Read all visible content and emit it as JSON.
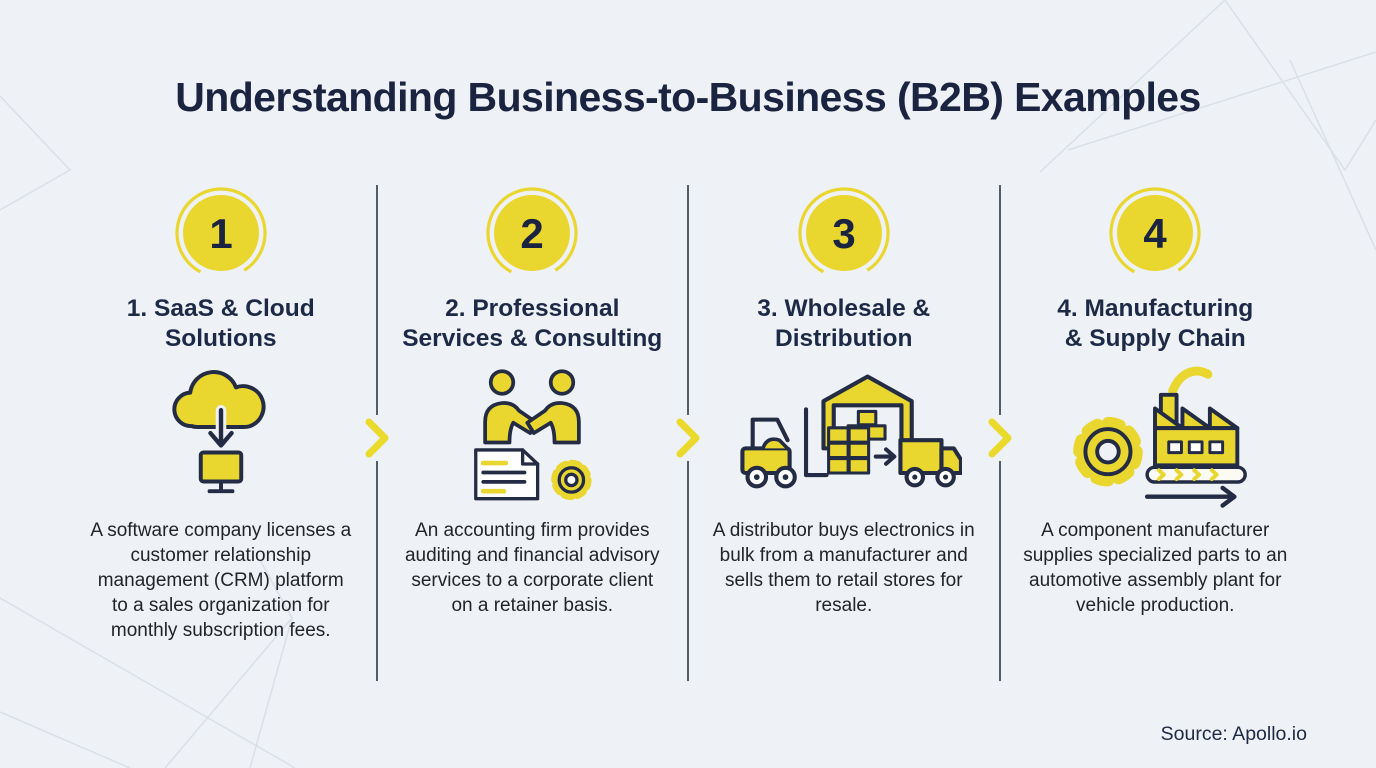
{
  "header": {
    "title": "Understanding Business-to-Business (B2B) Examples"
  },
  "footer": {
    "source": "Source: Apollo.io"
  },
  "colors": {
    "accent_yellow": "#e9d62f",
    "navy_heading": "#1d2a47",
    "title_navy": "#1a2340",
    "body_text": "#212529",
    "background": "#eef1f5",
    "divider_line": "#525d68"
  },
  "columns": [
    {
      "number": "1",
      "heading_line1": "1. SaaS & Cloud",
      "heading_line2": "Solutions",
      "icon": "cloud-download-monitor-icon",
      "description": "A software company licenses a customer relationship management (CRM) platform to a sales organization for monthly subscription fees."
    },
    {
      "number": "2",
      "heading_line1": "2. Professional",
      "heading_line2": "Services & Consulting",
      "icon": "handshake-document-gear-icon",
      "description": "An accounting firm provides auditing and financial advisory services to a corporate client on a retainer basis."
    },
    {
      "number": "3",
      "heading_line1": "3. Wholesale &",
      "heading_line2": "Distribution",
      "icon": "forklift-warehouse-truck-icon",
      "description": "A distributor buys electronics in bulk from a manufacturer and sells them to retail stores for resale."
    },
    {
      "number": "4",
      "heading_line1": "4. Manufacturing",
      "heading_line2": "& Supply Chain",
      "icon": "gear-factory-conveyor-icon",
      "description": "A component manufacturer supplies specialized parts to an automotive assembly plant for vehicle production."
    }
  ]
}
